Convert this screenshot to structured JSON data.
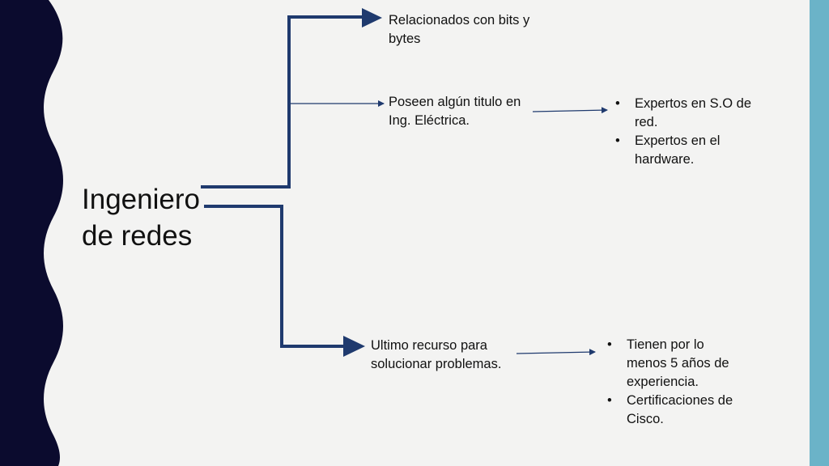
{
  "slide": {
    "title": "Ingeniero de redes",
    "branches": [
      {
        "label": "Relacionados con bits y bytes"
      },
      {
        "label": "Poseen algún titulo en Ing. Eléctrica.",
        "details": [
          "Expertos en S.O de red.",
          "Expertos en el hardware."
        ]
      },
      {
        "label": "Ultimo recurso para solucionar problemas.",
        "details": [
          "Tienen por lo menos 5 años de experiencia.",
          "Certificaciones de Cisco."
        ]
      }
    ]
  },
  "colors": {
    "background": "#f3f3f2",
    "left_band": "#0b0b2e",
    "right_band": "#6bb3c8",
    "connector": "#1f3a6e",
    "text": "#111111"
  }
}
